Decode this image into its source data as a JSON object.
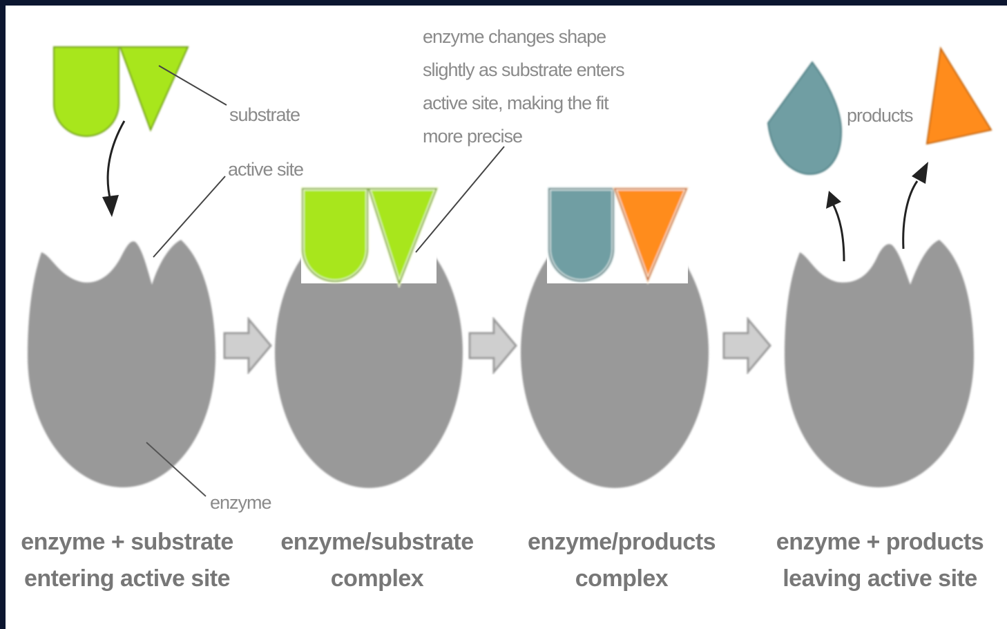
{
  "labels": {
    "substrate": "substrate",
    "active_site": "active site",
    "enzyme": "enzyme",
    "products": "products",
    "shape_note": [
      "enzyme changes shape",
      "slightly as substrate enters",
      "active site, making the fit",
      "more precise"
    ]
  },
  "stages": [
    {
      "line1": "enzyme + substrate",
      "line2": "entering active site"
    },
    {
      "line1": "enzyme/substrate",
      "line2": "complex"
    },
    {
      "line1": "enzyme/products",
      "line2": "complex"
    },
    {
      "line1": "enzyme + products",
      "line2": "leaving active site"
    }
  ],
  "colors": {
    "substrate": "#a8e61d",
    "substrate_outline": "#6e9e12",
    "enzyme": "#999999",
    "product_a": "#6f9ea3",
    "product_b": "#ff8c1a",
    "arrow_fill": "#cfcfcf",
    "arrow_outline": "#9a9a9a",
    "label_text": "#8a8a8a",
    "caption_text": "#777777",
    "border": "#0c1630"
  }
}
